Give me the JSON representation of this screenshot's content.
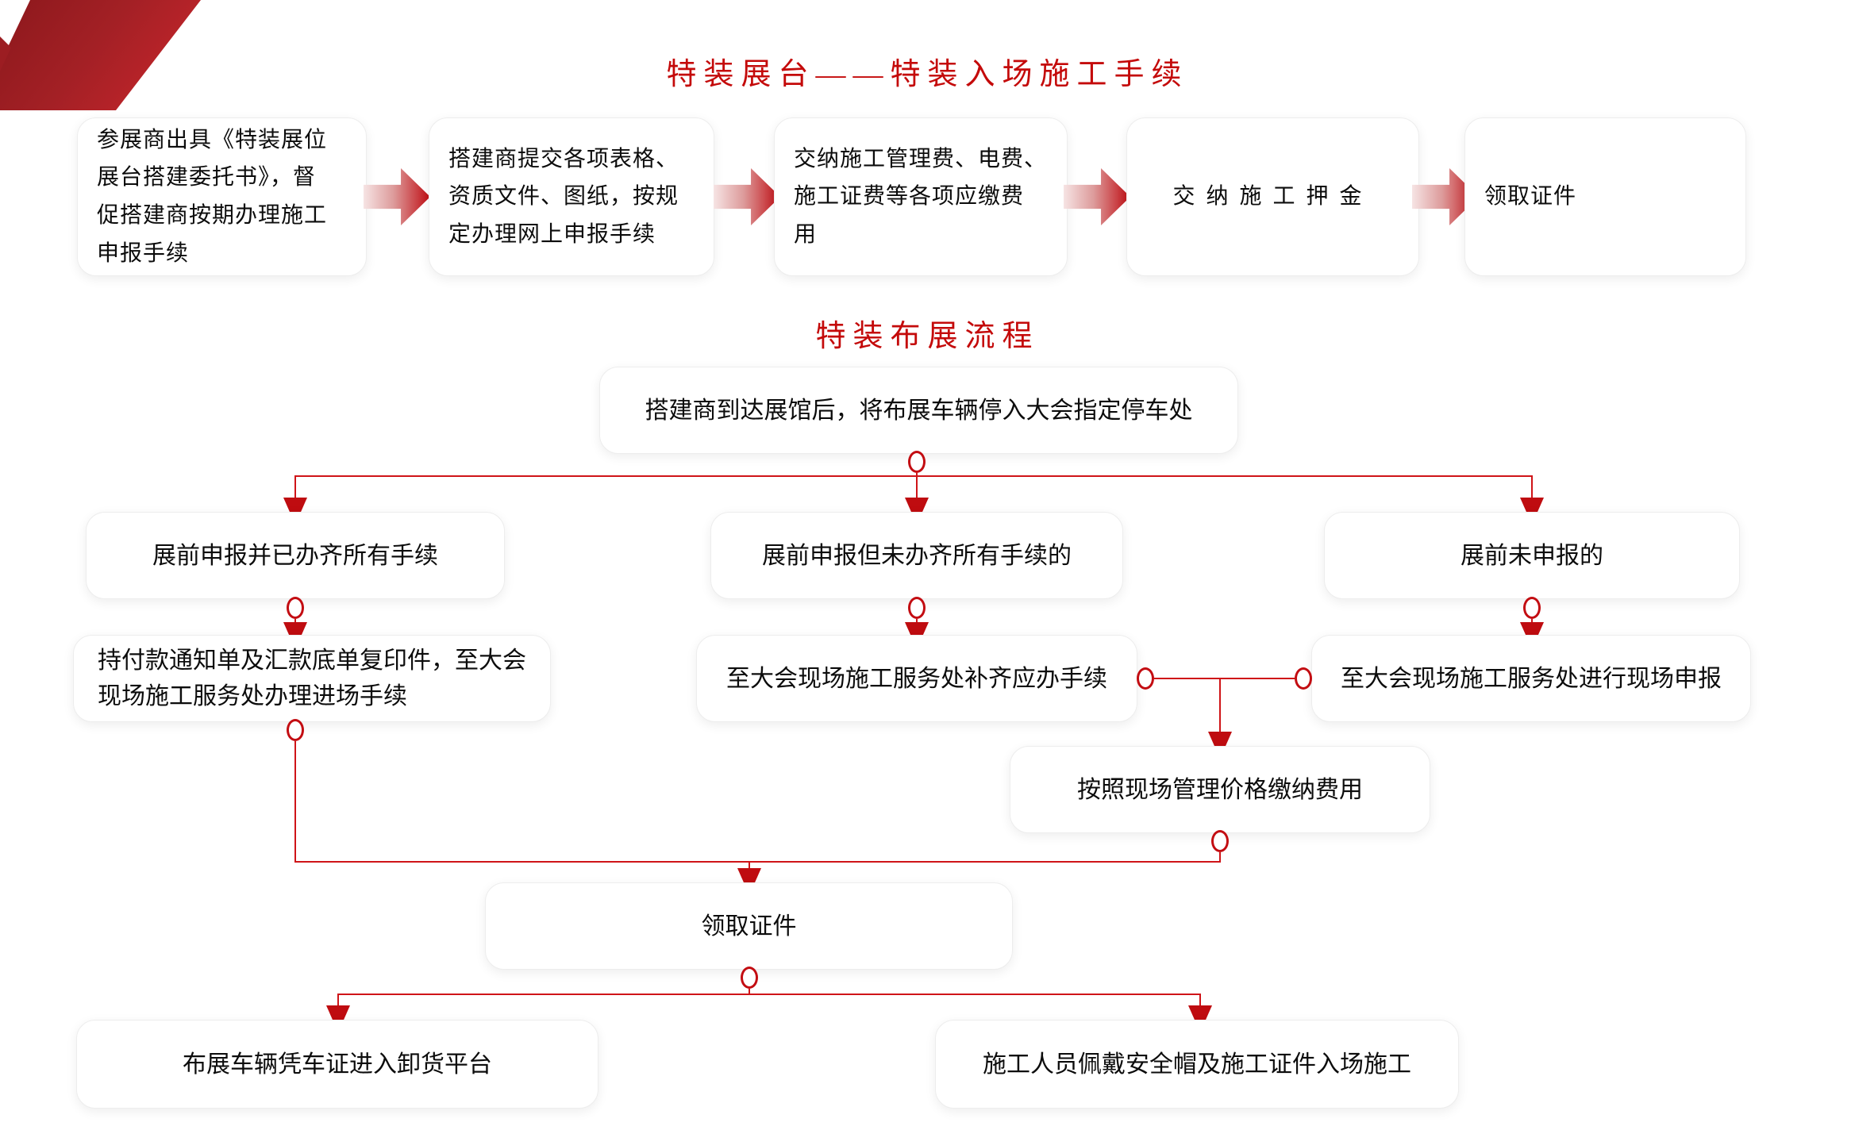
{
  "colors": {
    "accent_red": "#c30d12",
    "line_red": "#cf1418",
    "title_red": "#c40a0a",
    "deco_gradient_dark": "#8c181c",
    "deco_gradient_light": "#c9262c",
    "arrow_gradient_start": "#f6e4e4",
    "arrow_gradient_end": "#bf0d13",
    "card_background": "#ffffff",
    "card_border": "#ededed",
    "text_color": "#0c0c0c"
  },
  "section1": {
    "title": "特装展台——特装入场施工手续",
    "steps": [
      "参展商出具《特装展位\n展台搭建委托书》，督\n促搭建商按期办理施工\n申报手续",
      "搭建商提交各项表格、\n资质文件、图纸，按规\n定办理网上申报手续",
      "交纳施工管理费、电费、\n施工证费等各项应缴费\n用",
      "交纳施工押金",
      "领取证件"
    ]
  },
  "section2": {
    "title": "特装布展流程",
    "start": "搭建商到达展馆后，将布展车辆停入大会指定停车处",
    "branch_left_1": "展前申报并已办齐所有手续",
    "branch_mid_1": "展前申报但未办齐所有手续的",
    "branch_right_1": "展前未申报的",
    "branch_left_2": "持付款通知单及汇款底单复印件，至大会\n现场施工服务处办理进场手续",
    "branch_mid_2": "至大会现场施工服务处补齐应办手续",
    "branch_right_2": "至大会现场施工服务处进行现场申报",
    "fee": "按照现场管理价格缴纳费用",
    "cert": "领取证件",
    "bottom_left": "布展车辆凭车证进入卸货平台",
    "bottom_right": "施工人员佩戴安全帽及施工证件入场施工"
  }
}
